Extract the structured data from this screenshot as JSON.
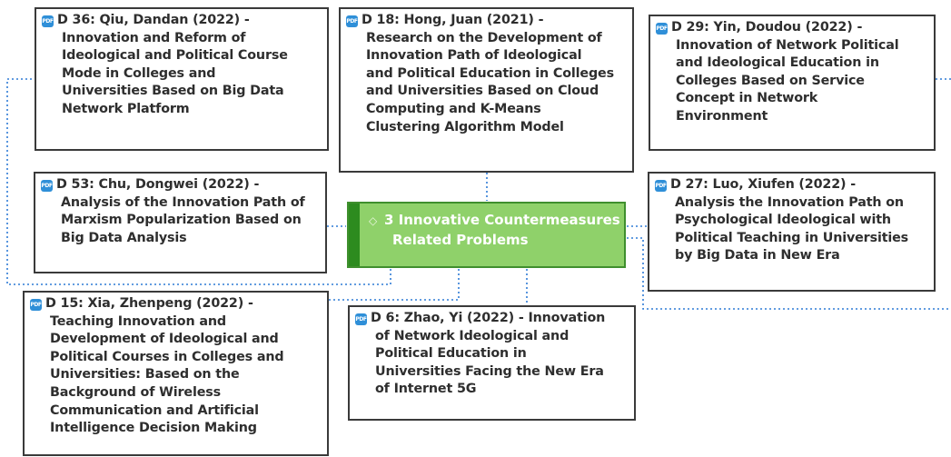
{
  "diagram": {
    "center": {
      "label_line1": "3 Innovative Countermeasures",
      "label_line2": "Related Problems",
      "icon": "diamond-icon",
      "fill_color": "#8fd16a",
      "accent_color": "#2d8b1f"
    },
    "link_color": "#2e7bd6",
    "nodes": [
      {
        "id": "D 36",
        "heading": "D 36: Qiu, Dandan (2022) -",
        "lines": [
          "Innovation and Reform of",
          "Ideological and Political Course",
          "Mode in Colleges and",
          "Universities Based on Big Data",
          "Network Platform"
        ]
      },
      {
        "id": "D 18",
        "heading": "D 18: Hong, Juan (2021) -",
        "lines": [
          "Research on the Development of",
          "Innovation Path of Ideological",
          "and Political Education in Colleges",
          "and Universities Based on Cloud",
          "Computing and K-Means",
          "Clustering Algorithm Model"
        ]
      },
      {
        "id": "D 29",
        "heading": "D 29: Yin, Doudou (2022) -",
        "lines": [
          "Innovation of Network Political",
          "and Ideological Education in",
          "Colleges Based on Service",
          "Concept in Network",
          "Environment"
        ]
      },
      {
        "id": "D 53",
        "heading": "D 53: Chu, Dongwei (2022) -",
        "lines": [
          "Analysis of the Innovation Path of",
          "Marxism Popularization Based on",
          "Big Data Analysis"
        ]
      },
      {
        "id": "D 27",
        "heading": "D 27: Luo, Xiufen (2022) -",
        "lines": [
          "Analysis the Innovation Path on",
          "Psychological Ideological with",
          "Political Teaching in Universities",
          "by Big Data in New Era"
        ]
      },
      {
        "id": "D 15",
        "heading": "D 15: Xia, Zhenpeng (2022) -",
        "lines": [
          "Teaching Innovation and",
          "Development of Ideological and",
          "Political Courses in Colleges and",
          "Universities: Based on the",
          "Background of Wireless",
          "Communication and Artificial",
          "Intelligence Decision Making"
        ]
      },
      {
        "id": "D 6",
        "heading": "D 6: Zhao, Yi (2022) - Innovation",
        "lines": [
          "of Network Ideological and",
          "Political Education in",
          "Universities Facing the New Era",
          "of Internet 5G"
        ]
      }
    ]
  }
}
